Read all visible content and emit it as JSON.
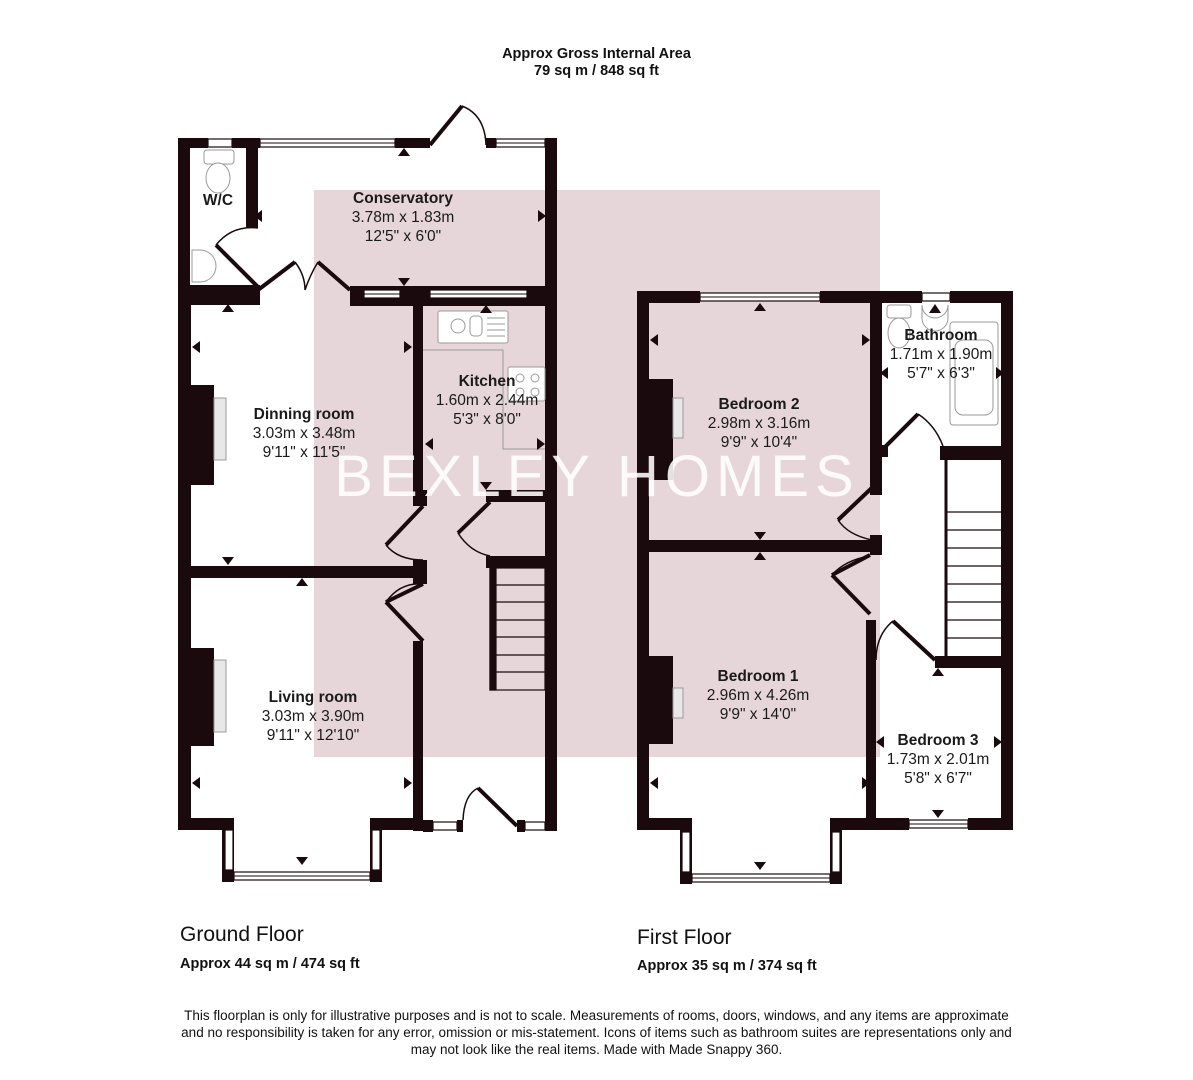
{
  "header": {
    "title_line1": "Approx Gross Internal Area",
    "title_line2": "79 sq m / 848 sq ft"
  },
  "watermark": {
    "text": "BEXLEY HOMES",
    "color": "#e6d6da"
  },
  "colors": {
    "wall": "#1a0a0d",
    "overlay": "#e6d6da",
    "fixture": "#9a9a9a"
  },
  "ground_floor": {
    "title": "Ground Floor",
    "area": "Approx 44 sq m / 474 sq ft",
    "rooms": [
      {
        "name": "W/C",
        "metric": "",
        "imperial": ""
      },
      {
        "name": "Conservatory",
        "metric": "3.78m x 1.83m",
        "imperial": "12'5\" x 6'0\""
      },
      {
        "name": "Dinning room",
        "metric": "3.03m x 3.48m",
        "imperial": "9'11\" x 11'5\""
      },
      {
        "name": "Kitchen",
        "metric": "1.60m x 2.44m",
        "imperial": "5'3\" x 8'0\""
      },
      {
        "name": "Living room",
        "metric": "3.03m x 3.90m",
        "imperial": "9'11\" x 12'10\""
      }
    ]
  },
  "first_floor": {
    "title": "First Floor",
    "area": "Approx 35 sq m / 374 sq ft",
    "rooms": [
      {
        "name": "Bedroom 2",
        "metric": "2.98m x 3.16m",
        "imperial": "9'9\" x 10'4\""
      },
      {
        "name": "Bathroom",
        "metric": "1.71m x 1.90m",
        "imperial": "5'7\" x 6'3\""
      },
      {
        "name": "Bedroom 1",
        "metric": "2.96m x 4.26m",
        "imperial": "9'9\" x 14'0\""
      },
      {
        "name": "Bedroom 3",
        "metric": "1.73m x 2.01m",
        "imperial": "5'8\" x 6'7\""
      }
    ]
  },
  "footer": {
    "disclaimer_line1": "This floorplan is only for illustrative purposes and is not to scale. Measurements of rooms, doors, windows, and any items are approximate",
    "disclaimer_line2": "and no responsibility is taken for any error, omission or mis-statement. Icons of items such as bathroom suites are representations only and",
    "disclaimer_line3": "may not look like the real items. Made with Made Snappy 360."
  }
}
